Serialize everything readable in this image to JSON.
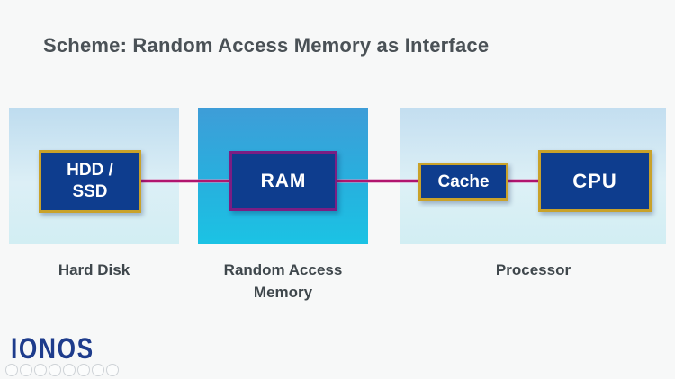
{
  "title": "Scheme: Random Access Memory as Interface",
  "diagram": {
    "groups": [
      {
        "caption": "Hard Disk",
        "nodes": [
          {
            "line1": "HDD /",
            "line2": "SSD"
          }
        ]
      },
      {
        "caption_line1": "Random Access",
        "caption_line2": "Memory",
        "nodes": [
          {
            "label": "RAM"
          }
        ]
      },
      {
        "caption": "Processor",
        "nodes": [
          {
            "label": "Cache"
          },
          {
            "label": "CPU"
          }
        ]
      }
    ],
    "connections": [
      {
        "from": "HDD / SSD",
        "to": "RAM"
      },
      {
        "from": "RAM",
        "to": "Cache"
      },
      {
        "from": "Cache",
        "to": "CPU"
      }
    ]
  },
  "branding": {
    "logo_text": "IONOS"
  },
  "footer": {
    "icon_names": [
      "share-icon",
      "share-icon",
      "share-icon",
      "share-icon",
      "share-icon",
      "share-icon",
      "share-icon",
      "share-icon"
    ]
  },
  "colors": {
    "background": "#f7f8f8",
    "title_text": "#4a5156",
    "caption_text": "#3f474c",
    "node_fill": "#0e3d8e",
    "node_border_gold": "#c9a22a",
    "ram_border_purple": "#7b1e83",
    "connector_magenta": "#b1156e",
    "panel_side_top": "#bedcef",
    "panel_side_bottom": "#d2eef3",
    "panel_center_top": "#3e9dd8",
    "panel_center_bottom": "#1bc3e4",
    "logo_blue": "#1e3c8c"
  }
}
